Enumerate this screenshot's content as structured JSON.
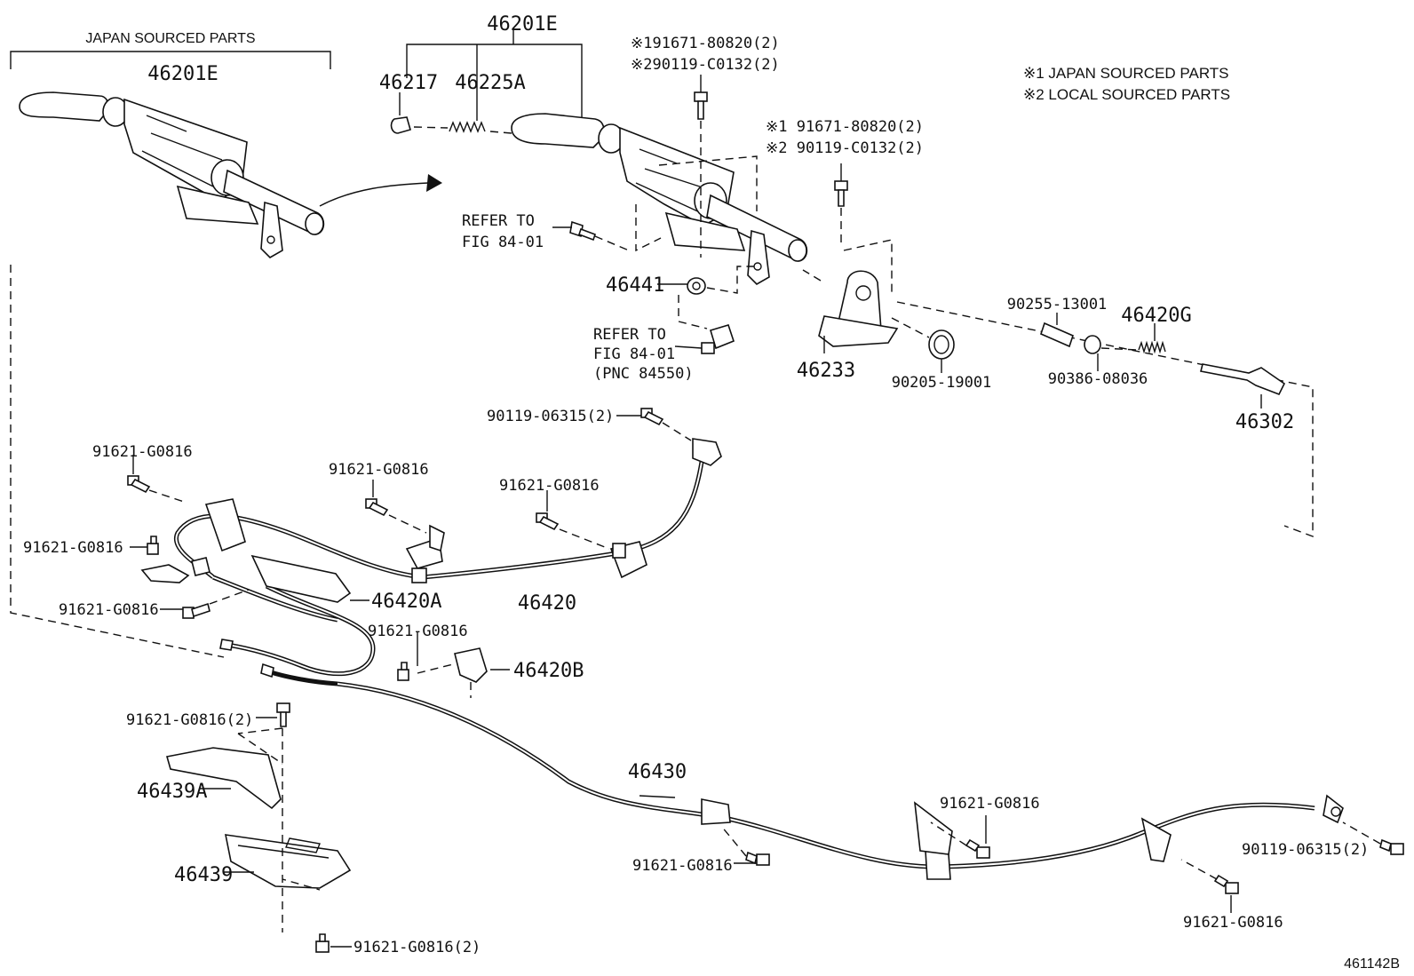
{
  "header": {
    "japan_sourced_parts": "JAPAN SOURCED PARTS"
  },
  "legend": {
    "note1": "※1 JAPAN SOURCED PARTS",
    "note2": "※2 LOCAL SOURCED PARTS"
  },
  "labels": {
    "lever_left": "46201E",
    "lever_top": "46201E",
    "p46217": "46217",
    "p46225A": "46225A",
    "bolt_top_1": "※191671-80820(2)",
    "bolt_top_2": "※290119-C0132(2)",
    "bolt_mid_1": "※1 91671-80820(2)",
    "bolt_mid_2": "※2 90119-C0132(2)",
    "refer1_a": "REFER TO",
    "refer1_b": "FIG 84-01",
    "p46441": "46441",
    "refer2_a": "REFER TO",
    "refer2_b": "FIG 84-01",
    "refer2_c": "(PNC 84550)",
    "p46233": "46233",
    "p90205": "90205-19001",
    "p90255": "90255-13001",
    "p46420G": "46420G",
    "p90386": "90386-08036",
    "p46302": "46302",
    "p90119_top": "90119-06315(2)",
    "b1": "91621-G0816",
    "b2": "91621-G0816",
    "b3": "91621-G0816",
    "b4": "91621-G0816",
    "b5": "91621-G0816",
    "b6": "91621-G0816",
    "p46420A": "46420A",
    "p46420": "46420",
    "p46420B": "46420B",
    "b_pair_top": "91621-G0816(2)",
    "p46439A": "46439A",
    "p46439": "46439",
    "b_pair_bottom": "91621-G0816(2)",
    "p46430": "46430",
    "b7": "91621-G0816",
    "b8": "91621-G0816",
    "b9": "91621-G0816",
    "p90119_right": "90119-06315(2)",
    "diagram_id": "461142B"
  }
}
